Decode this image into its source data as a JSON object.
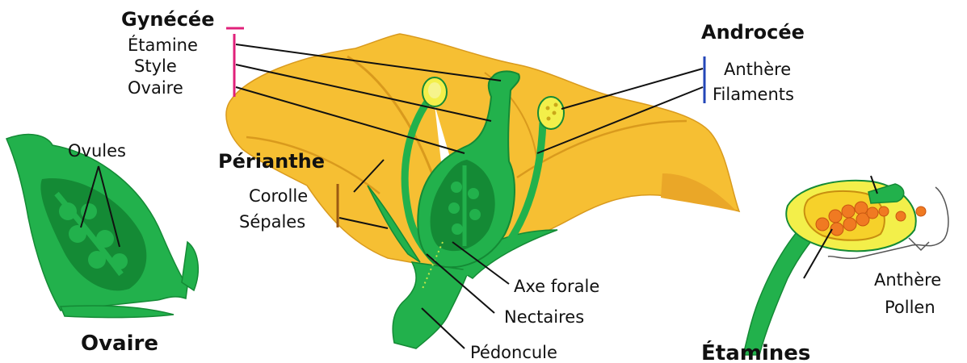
{
  "labels": {
    "gynecee": "Gynécée",
    "etamine": "Étamine",
    "style": "Style",
    "ovaire": "Ovaire",
    "androcee": "Androcée",
    "anthere": "Anthère",
    "filaments": "Filaments",
    "ovules": "Ovules",
    "perianthe": "Périanthe",
    "corolle": "Corolle",
    "sepales": "Sépales",
    "axe_forale": "Axe forale",
    "nectaires": "Nectaires",
    "pedoncule": "Pédoncule",
    "ovaire_title": "Ovaire",
    "anthere_detail": "Anthère",
    "pollen": "Pollen",
    "etamines_title": "Étamines"
  },
  "colors": {
    "petal_yellow": "#f6bf33",
    "petal_shade": "#d99a1d",
    "green_light": "#22b14c",
    "green_dark": "#148a35",
    "green_deep": "#0e6e2a",
    "anther_yellow": "#f3ef4a",
    "pollen_orange": "#f07a22",
    "bracket_pink": "#e0217a",
    "bracket_blue": "#2346b8",
    "bracket_brown": "#9c5a12"
  }
}
